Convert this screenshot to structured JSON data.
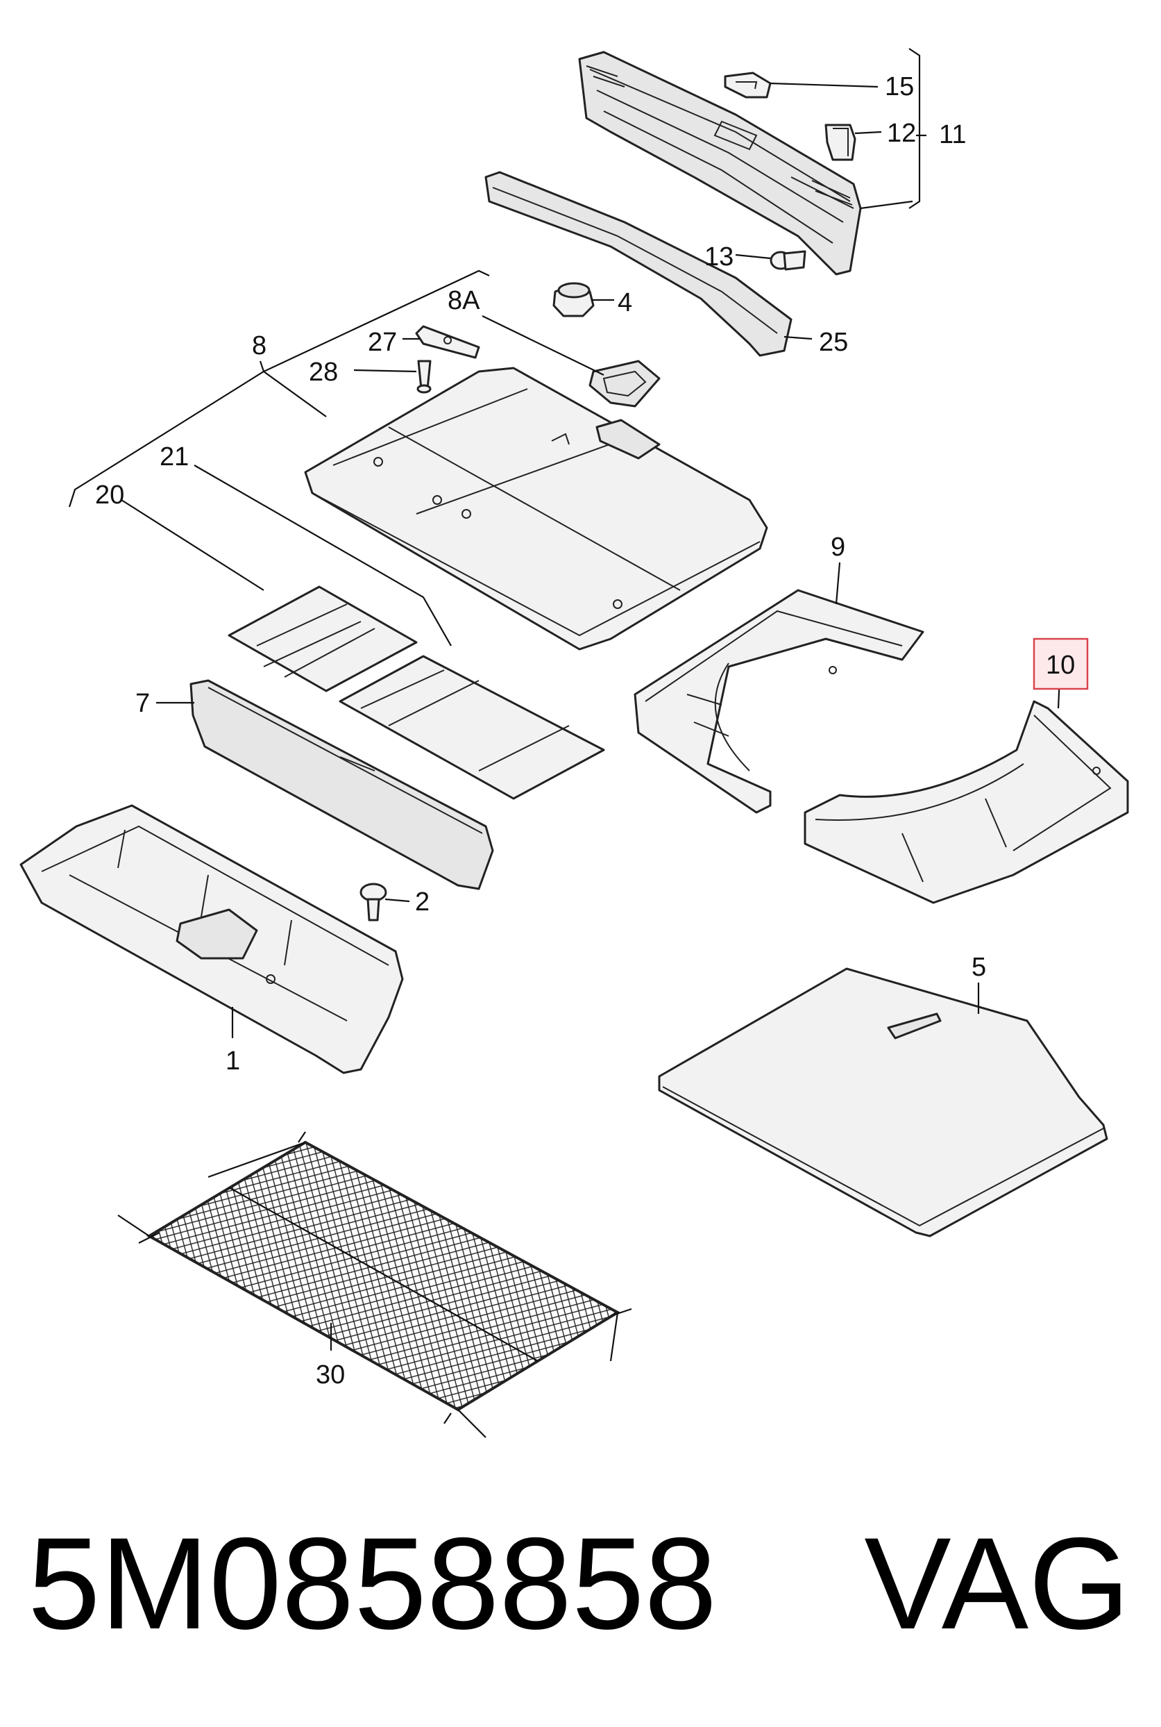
{
  "callouts": {
    "c1": "1",
    "c2": "2",
    "c4": "4",
    "c5": "5",
    "c7": "7",
    "c8": "8",
    "c8A": "8A",
    "c9": "9",
    "c10": "10",
    "c11": "11",
    "c12": "12",
    "c13": "13",
    "c15": "15",
    "c20": "20",
    "c21": "21",
    "c25": "25",
    "c27": "27",
    "c28": "28",
    "c30": "30"
  },
  "highlight": {
    "callout": "10",
    "color": "#d9434c"
  },
  "footer": {
    "part_number": "5M0858858",
    "brand": "VAG"
  }
}
